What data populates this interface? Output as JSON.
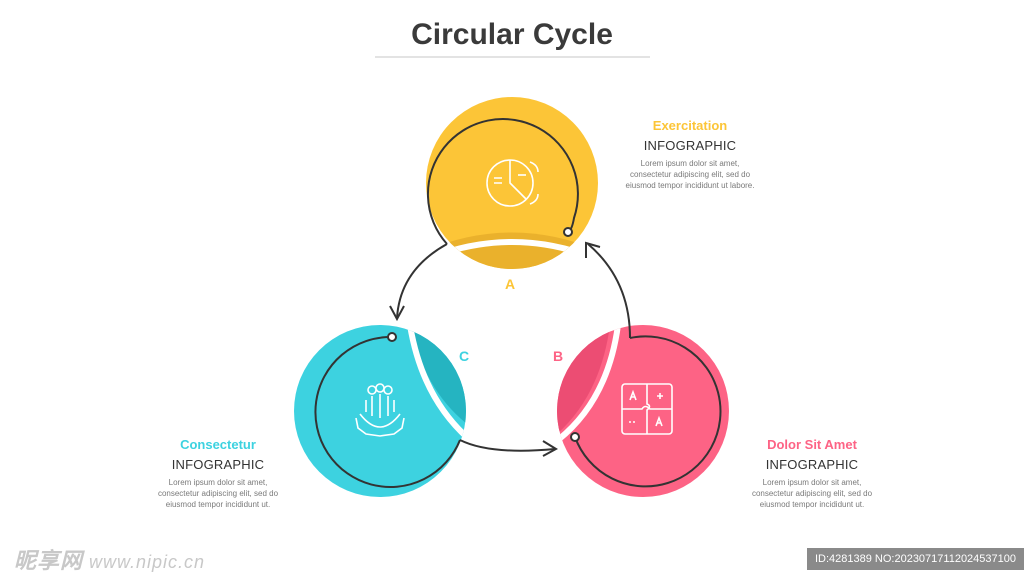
{
  "title": "Circular Cycle",
  "colors": {
    "A": "#fcc537",
    "A_shade": "#eab12c",
    "B": "#fd6385",
    "B_shade": "#ec4d73",
    "C": "#3dd2e0",
    "C_shade": "#25b4c1",
    "line": "#333333"
  },
  "nodes": {
    "A": {
      "letter": "A",
      "heading": "Exercitation",
      "subheading": "INFOGRAPHIC",
      "text": "Lorem ipsum dolor sit amet, consectetur adipiscing elit, sed do eiusmod tempor incididunt ut labore.",
      "icon": "pie-chart-magnifier-icon"
    },
    "B": {
      "letter": "B",
      "heading": "Dolor Sit Amet",
      "subheading": "INFOGRAPHIC",
      "text": "Lorem ipsum dolor sit amet, consectetur adipiscing elit, sed do eiusmod tempor incididunt ut.",
      "icon": "puzzle-icon"
    },
    "C": {
      "letter": "C",
      "heading": "Consectetur",
      "subheading": "INFOGRAPHIC",
      "text": "Lorem ipsum dolor sit amet, consectetur adipiscing elit, sed do eiusmod tempor incididunt ut.",
      "icon": "team-gear-icon"
    }
  },
  "watermark": {
    "left": "昵享网",
    "left_url": "www.nipic.cn",
    "right": "ID:4281389 NO:20230717112024537100"
  }
}
